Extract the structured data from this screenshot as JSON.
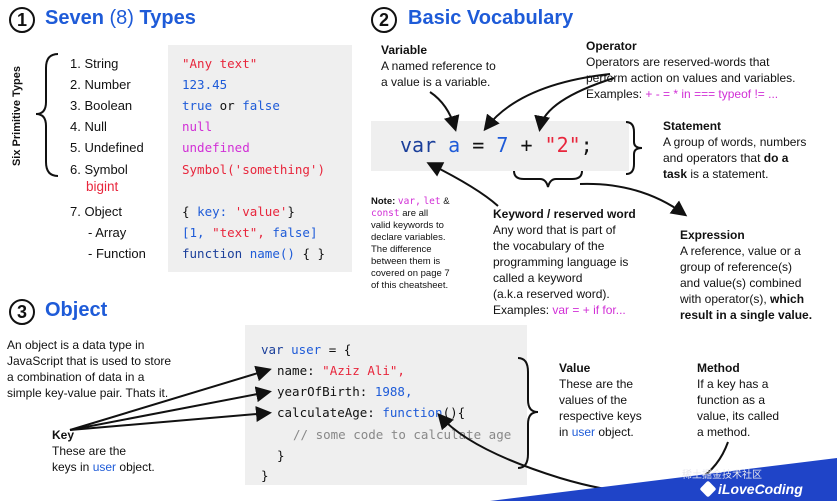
{
  "section1": {
    "number": "1",
    "title_prefix": "Seven",
    "title_paren": "(8)",
    "title_suffix": "Types",
    "side_label": "Six Primitive Types",
    "items": [
      {
        "label": "1. String",
        "code": "\"Any text\""
      },
      {
        "label": "2. Number",
        "code": "123.45"
      },
      {
        "label": "3. Boolean",
        "code_a": "true",
        "code_or": "or",
        "code_b": "false"
      },
      {
        "label": "4. Null",
        "code": "null"
      },
      {
        "label": "5. Undefined",
        "code": "undefined"
      },
      {
        "label": "6. Symbol",
        "code": "Symbol('something')"
      },
      {
        "label": "bigint"
      },
      {
        "label": "7. Object",
        "code_a": "{",
        "code_key": "key:",
        "code_val": "'value'",
        "code_b": "}"
      },
      {
        "label": "- Array",
        "code_a": "[1,",
        "code_str": "\"text\",",
        "code_b": "false]"
      },
      {
        "label": "- Function",
        "code_kw": "function",
        "code_name": "name()",
        "code_body": "{ }"
      }
    ]
  },
  "section2": {
    "number": "2",
    "title": "Basic Vocabulary",
    "variable": {
      "title": "Variable",
      "text": [
        "A named reference to",
        "a value is a variable."
      ]
    },
    "operator": {
      "title": "Operator",
      "text": [
        "Operators are reserved-words that",
        "perform action on values and variables."
      ],
      "examples_label": "Examples:",
      "examples": "+ - = * in === typeof != ..."
    },
    "statement": {
      "title": "Statement",
      "text_a": [
        "A group of words, numbers",
        "and operators that"
      ],
      "text_bold": "do a",
      "text_b_bold": "task",
      "text_b": "is a statement."
    },
    "code": {
      "kw": "var",
      "name": "a",
      "eq": "=",
      "num": "7",
      "plus": "+",
      "str": "\"2\"",
      "semi": ";"
    },
    "note": {
      "label": "Note:",
      "kw1": "var,",
      "kw2": "let",
      "amp": "&",
      "kw3": "const",
      "rest": [
        "are all",
        "valid keywords to",
        "declare variables.",
        "The difference",
        "between them is",
        "covered on page 7",
        "of this cheatsheet."
      ]
    },
    "keyword": {
      "title": "Keyword / reserved word",
      "text": [
        "Any word that is part of",
        "the vocabulary of the",
        "programming language is",
        "called a keyword",
        "(a.k.a reserved word)."
      ],
      "examples_label": "Examples:",
      "examples": "var = + if for..."
    },
    "expression": {
      "title": "Expression",
      "text": [
        "A reference, value or a",
        "group of reference(s)",
        "and value(s) combined",
        "with operator(s),"
      ],
      "bold_a": "which",
      "bold_b": "result in a single value."
    }
  },
  "section3": {
    "number": "3",
    "title": "Object",
    "intro": [
      "An object is a data type in",
      "JavaScript that is used to store",
      "a combination of data in a",
      "simple key-value pair. Thats it."
    ],
    "key": {
      "title": "Key",
      "text": "These are the",
      "text2_a": "keys in",
      "text2_user": "user",
      "text2_b": "object."
    },
    "value": {
      "title": "Value",
      "text": [
        "These are the",
        "values of the",
        "respective keys"
      ],
      "text4_a": "in",
      "text4_user": "user",
      "text4_b": "object."
    },
    "method": {
      "title": "Method",
      "text": [
        "If a key has a",
        "function as a",
        "value, its called",
        "a method."
      ]
    },
    "code": {
      "line1_kw": "var",
      "line1_name": "user",
      "line1_rest": "= {",
      "line2_key": "name:",
      "line2_val": "\"Aziz Ali\",",
      "line3_key": "yearOfBirth:",
      "line3_val": "1988,",
      "line4_key": "calculateAge:",
      "line4_fn": "function",
      "line4_rest": "(){",
      "line5": "// some code to calculate age",
      "line6": "}",
      "line7": "}"
    }
  },
  "footer": {
    "logo_text": "iLoveCoding"
  },
  "watermark": "稀土掘金技术社区"
}
